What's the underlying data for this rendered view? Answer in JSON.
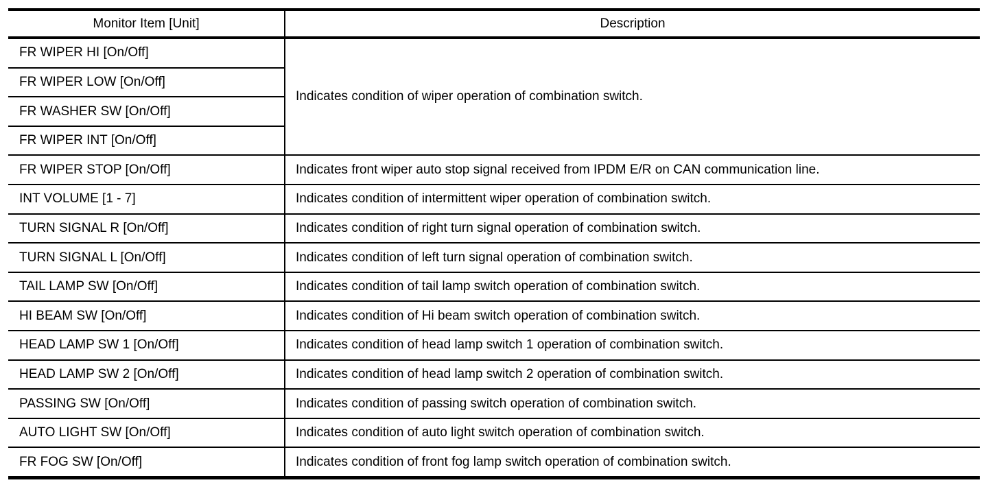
{
  "table": {
    "header": {
      "monitor_item": "Monitor Item [Unit]",
      "description": "Description"
    },
    "merged_group": {
      "items": [
        "FR WIPER HI [On/Off]",
        "FR WIPER LOW [On/Off]",
        "FR WASHER SW [On/Off]",
        "FR WIPER INT [On/Off]"
      ],
      "description": "Indicates condition of wiper operation of combination switch."
    },
    "rows": [
      {
        "item": "FR WIPER STOP [On/Off]",
        "description": "Indicates front wiper auto stop signal received from IPDM E/R on CAN communication line."
      },
      {
        "item": "INT VOLUME [1 - 7]",
        "description": "Indicates condition of intermittent wiper operation of combination switch."
      },
      {
        "item": "TURN SIGNAL R [On/Off]",
        "description": "Indicates condition of right turn signal operation of combination switch."
      },
      {
        "item": "TURN SIGNAL L [On/Off]",
        "description": "Indicates condition of left turn signal operation of combination switch."
      },
      {
        "item": "TAIL LAMP SW [On/Off]",
        "description": "Indicates condition of tail lamp switch operation of combination switch."
      },
      {
        "item": "HI BEAM SW [On/Off]",
        "description": "Indicates condition of Hi beam switch operation of combination switch."
      },
      {
        "item": "HEAD LAMP SW 1 [On/Off]",
        "description": "Indicates condition of head lamp switch 1 operation of combination switch."
      },
      {
        "item": "HEAD LAMP SW 2 [On/Off]",
        "description": "Indicates condition of head lamp switch 2 operation of combination switch."
      },
      {
        "item": "PASSING SW [On/Off]",
        "description": "Indicates condition of passing switch operation of combination switch."
      },
      {
        "item": "AUTO LIGHT SW [On/Off]",
        "description": "Indicates condition of auto light switch operation of combination switch."
      },
      {
        "item": "FR FOG SW [On/Off]",
        "description": "Indicates condition of front fog lamp switch operation of combination switch."
      }
    ]
  },
  "colors": {
    "border": "#000000",
    "text": "#000000",
    "background": "#ffffff"
  }
}
